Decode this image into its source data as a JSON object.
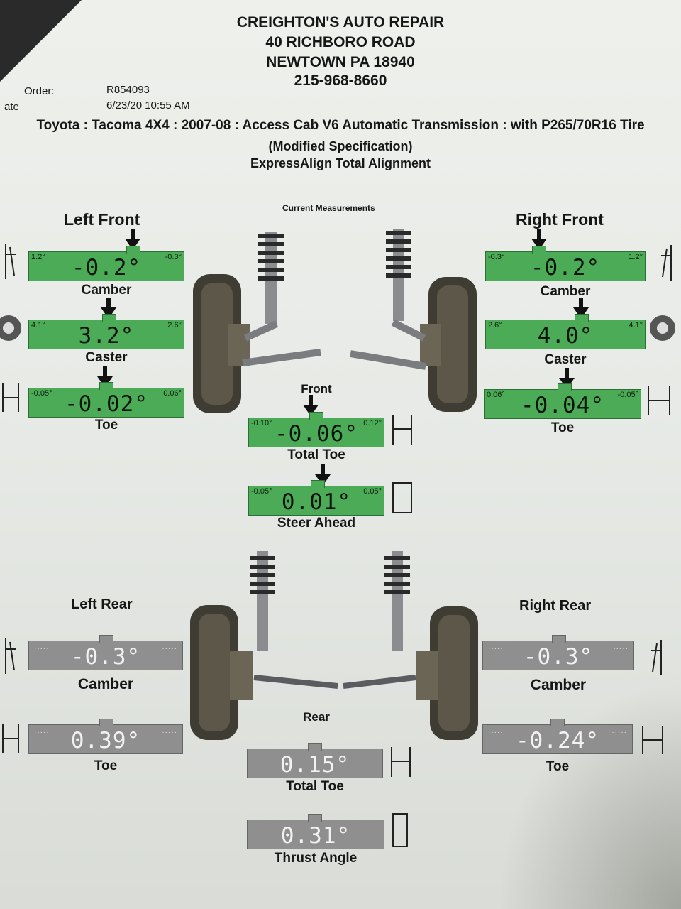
{
  "shop": {
    "name": "CREIGHTON'S AUTO REPAIR",
    "address": "40 RICHBORO ROAD",
    "city": "NEWTOWN PA 18940",
    "phone": "215-968-8660"
  },
  "order": {
    "order_label": "Order:",
    "order_value": "R854093",
    "date_label": "ate",
    "date_value": "6/23/20 10:55 AM"
  },
  "vehicle": "Toyota : Tacoma 4X4 : 2007-08 : Access Cab V6 Automatic Transmission : with P265/70R16 Tire",
  "spec_note": "(Modified Specification)",
  "procedure": "ExpressAlign Total Alignment",
  "current_measurements": "Current Measurements",
  "front": {
    "left_title": "Left Front",
    "right_title": "Right Front",
    "section_label": "Front",
    "left": {
      "camber": {
        "label": "Camber",
        "min": "1.2°",
        "max": "-0.3°",
        "value": "-0.2°"
      },
      "caster": {
        "label": "Caster",
        "min": "4.1°",
        "max": "2.6°",
        "value": "3.2°"
      },
      "toe": {
        "label": "Toe",
        "min": "-0.05°",
        "max": "0.06°",
        "value": "-0.02°"
      }
    },
    "right": {
      "camber": {
        "label": "Camber",
        "min": "-0.3°",
        "max": "1.2°",
        "value": "-0.2°"
      },
      "caster": {
        "label": "Caster",
        "min": "2.6°",
        "max": "4.1°",
        "value": "4.0°"
      },
      "toe": {
        "label": "Toe",
        "min": "0.06°",
        "max": "-0.05°",
        "value": "-0.04°"
      }
    },
    "total_toe": {
      "label": "Total Toe",
      "min": "-0.10°",
      "max": "0.12°",
      "value": "-0.06°"
    },
    "steer_ahead": {
      "label": "Steer Ahead",
      "min": "-0.05°",
      "max": "0.05°",
      "value": "0.01°"
    }
  },
  "rear": {
    "left_title": "Left Rear",
    "right_title": "Right Rear",
    "section_label": "Rear",
    "left": {
      "camber": {
        "label": "Camber",
        "value": "-0.3°"
      },
      "toe": {
        "label": "Toe",
        "value": "0.39°"
      }
    },
    "right": {
      "camber": {
        "label": "Camber",
        "value": "-0.3°"
      },
      "toe": {
        "label": "Toe",
        "value": "-0.24°"
      }
    },
    "total_toe": {
      "label": "Total Toe",
      "value": "0.15°"
    },
    "thrust_angle": {
      "label": "Thrust Angle",
      "value": "0.31°"
    }
  },
  "colors": {
    "in_spec": "#4cab56",
    "no_spec": "#8f8f8f"
  }
}
